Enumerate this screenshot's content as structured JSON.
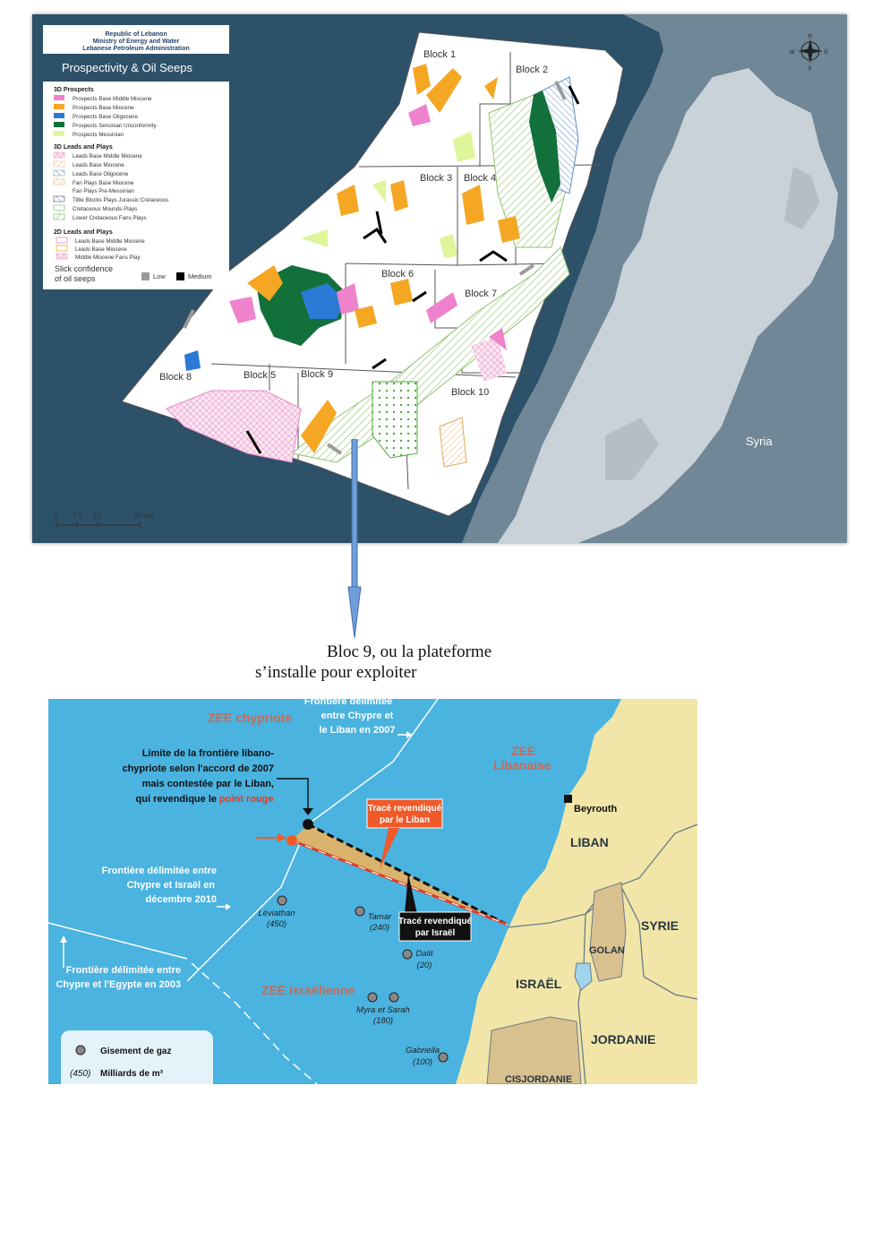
{
  "map1": {
    "header": {
      "line1": "Republic of Lebanon",
      "line2": "Ministry of Energy and Water",
      "line3": "Lebanese Petroleum Administration"
    },
    "title": "Prospectivity & Oil Seeps",
    "legend": {
      "sec1_title": "3D Prospects",
      "sec1_items": [
        "Prospects Base Middle Miocene",
        "Prospects Base Miocene",
        "Prospects Base Oligocene",
        "Prospects Senonian Unconformity",
        "Prospects Messinian"
      ],
      "sec2_title": "3D Leads and Plays",
      "sec2_items": [
        "Leads Base Middle Miocene",
        "Leads Base Miocene",
        "Leads Base Oligocene",
        "Fan Plays Base Miocene",
        "Fan Plays Pre-Messinian",
        "Tiltle Blocks Plays Jurassic Cretaceous",
        "Cretaceous Mounds Plays",
        "Lower Cretaceous Fans Plays"
      ],
      "sec3_title": "2D Leads and Plays",
      "sec3_items": [
        "Leads Base Middle Miocene",
        "Leads Base Miocene",
        "Middle Miocene Fans Play"
      ],
      "slick_line1": "Slick confidence",
      "slick_line2": "of oil seeps",
      "low": "Low",
      "medium": "Medium"
    },
    "blocks": [
      "Block 1",
      "Block 2",
      "Block 3",
      "Block 4",
      "Block 5",
      "Block 6",
      "Block 7",
      "Block 8",
      "Block 9",
      "Block 10"
    ],
    "country": "Syria",
    "compass": {
      "n": "N",
      "s": "S",
      "e": "E",
      "w": "W"
    },
    "scale": {
      "t0": "0",
      "t1": "7.5",
      "t2": "15",
      "t3": "30 km"
    },
    "colors": {
      "sea": "#2c5169",
      "land": "#6f8796",
      "mountains": "#c9d2d8",
      "prospect_pink": "#ee82cc",
      "prospect_orange": "#f5a623",
      "prospect_blue": "#2a7ad6",
      "prospect_green": "#12703a",
      "prospect_lime": "#dff59a"
    }
  },
  "caption": {
    "line1": "Bloc 9, ou la plateforme",
    "line2": "s’installe pour exploiter"
  },
  "map2": {
    "zee_cy": "ZEE chypriote",
    "zee_lb_1": "ZEE",
    "zee_lb_2": "Libanaise",
    "zee_il": "ZEE israëlienne",
    "frontier_cy_lb": [
      "Frontière délimitée",
      "entre Chypre et",
      "le Liban en 2007"
    ],
    "limite": [
      "Limite de la frontière libano-",
      "chypriote selon l'accord de 2007",
      "mais contestée par le Liban,",
      "qui revendique le"
    ],
    "point_rouge": "point rouge",
    "trace_liban": [
      "Tracé revendiqué",
      "par le Liban"
    ],
    "trace_israel": [
      "Tracé revendiqué",
      "par Israël"
    ],
    "frontier_cy_il": [
      "Frontière délimitée entre",
      "Chypre et Israël en",
      "décembre 2010"
    ],
    "frontier_cy_eg": [
      "Frontière délimitée entre",
      "Chypre et l'Egypte en 2003"
    ],
    "beyrouth": "Beyrouth",
    "liban": "LIBAN",
    "syrie": "SYRIE",
    "golan": "GOLAN",
    "israel": "ISRAËL",
    "jordanie": "JORDANIE",
    "cisjordanie": "CISJORDANIE",
    "fields": [
      {
        "name": "Léviathan",
        "value": "(450)"
      },
      {
        "name": "Tamar",
        "value": "(240)"
      },
      {
        "name": "Dalit",
        "value": "(20)"
      },
      {
        "name": "Myra et Sarah",
        "value": "(180)"
      },
      {
        "name": "Gabriella",
        "value": "(100)"
      }
    ],
    "legend_gas": "Gisement de gaz",
    "legend_val_key": "(450)",
    "legend_val_label": "Milliards de m³",
    "colors": {
      "sea": "#4ab3e0",
      "land": "#f1e6a8",
      "tan": "#d9c08f",
      "red": "#e03b24",
      "orange": "#f05a28"
    }
  }
}
